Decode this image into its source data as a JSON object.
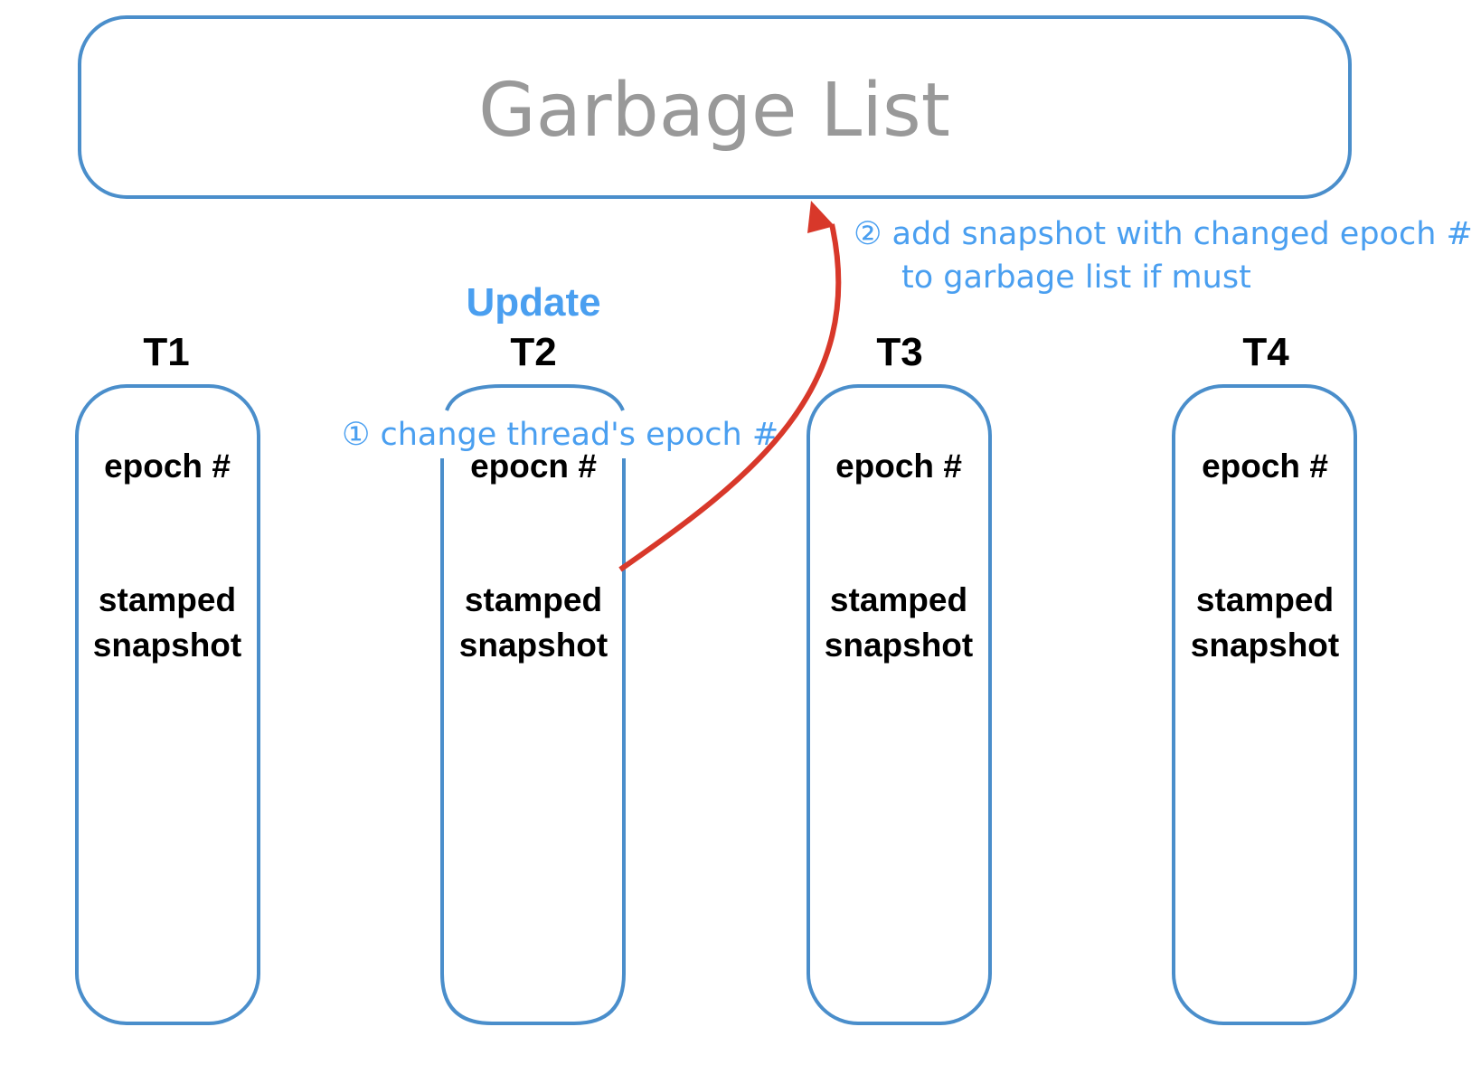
{
  "garbage_list": {
    "title": "Garbage List"
  },
  "update_label": "Update",
  "threads": [
    {
      "label": "T1",
      "epoch": "epoch #",
      "snapshot_line1": "stamped",
      "snapshot_line2": "snapshot"
    },
    {
      "label": "T2",
      "epoch": "epocn #",
      "snapshot_line1": "stamped",
      "snapshot_line2": "snapshot"
    },
    {
      "label": "T3",
      "epoch": "epoch #",
      "snapshot_line1": "stamped",
      "snapshot_line2": "snapshot"
    },
    {
      "label": "T4",
      "epoch": "epoch #",
      "snapshot_line1": "stamped",
      "snapshot_line2": "snapshot"
    }
  ],
  "notes": {
    "step1": "① change thread's epoch #",
    "step2_line1": "② add snapshot with changed epoch #",
    "step2_line2": "to garbage list if must"
  },
  "colors": {
    "box_stroke": "#4a8ecb",
    "note_text": "#4a9ff0",
    "arrow": "#d8382a",
    "title_gray": "#999999"
  }
}
